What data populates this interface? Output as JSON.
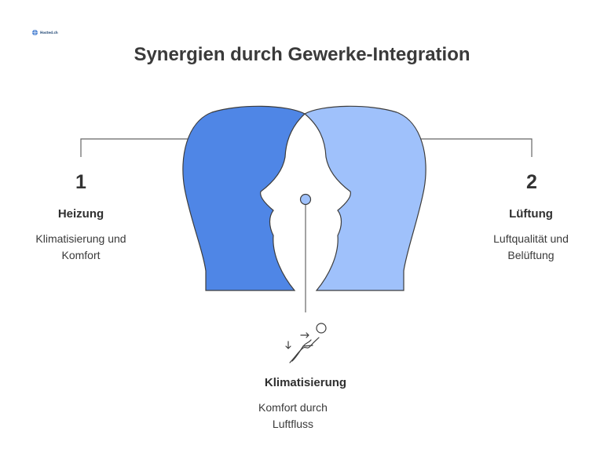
{
  "logo": {
    "text": "Hosted.ch"
  },
  "title": "Synergien durch Gewerke-Integration",
  "items": [
    {
      "number": "1",
      "heading": "Heizung",
      "description": "Klimatisierung und Komfort"
    },
    {
      "number": "2",
      "heading": "Lüftung",
      "description": "Luftqualität und Belüftung"
    },
    {
      "heading": "Klimatisierung",
      "description": "Komfort durch Luftfluss"
    }
  ],
  "icons": {
    "center": "airflow-person-icon"
  },
  "colors": {
    "left_head": "#4f86e6",
    "right_head": "#9fc1fb",
    "connector": "#666666",
    "outline": "#3d3d3d"
  }
}
